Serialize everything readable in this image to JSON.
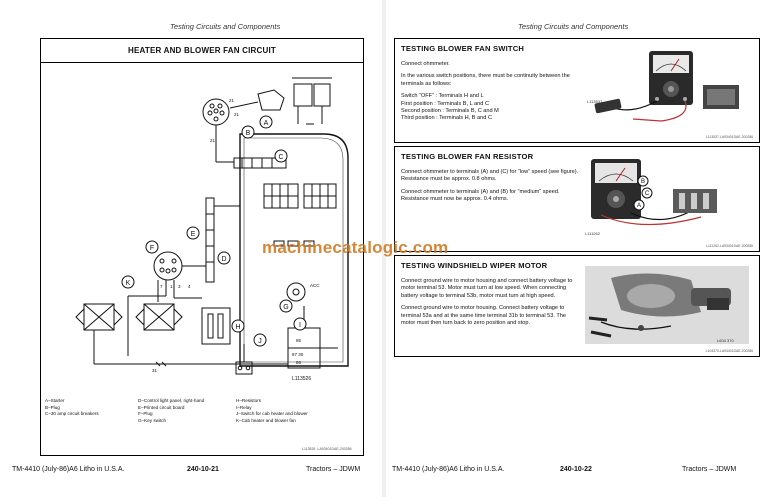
{
  "left_page": {
    "running_head": "Testing Circuits and Components",
    "title": "HEATER AND BLOWER FAN CIRCUIT",
    "diagram": {
      "wire_labels": [
        "21",
        "21",
        "21",
        "1",
        "7",
        "3",
        "4"
      ],
      "connectors": [
        "A",
        "B",
        "C",
        "D",
        "E",
        "F",
        "G",
        "H",
        "I",
        "J",
        "K"
      ],
      "acc_label": "ACC",
      "relay_terminals": [
        "85",
        "87 30",
        "86"
      ],
      "relay_ref": "L113526",
      "ground_symbol": "31"
    },
    "legend": {
      "col1": [
        "A–Starter",
        "B–Plug",
        "C–30 amp circuit breakers"
      ],
      "col2": [
        "D–Control light panel, right-hand",
        "E–Printed circuit board",
        "F–Plug",
        "G–Key switch"
      ],
      "col3": [
        "H–Resistors",
        "I–Relay",
        "J–Switch for cab heater and blower",
        "K–Cab heater and blower fan"
      ]
    },
    "figure_ref": "L113526 -LA93401DAE-200286",
    "footer": {
      "edition": "TM-4410 (July-86)A6 Litho in U.S.A.",
      "page_number": "240-10-21",
      "series": "Tractors – JDWM"
    }
  },
  "right_page": {
    "running_head": "Testing Circuits and Components",
    "sections": [
      {
        "title": "TESTING BLOWER FAN SWITCH",
        "paragraphs": [
          "Connect ohmmeter.",
          "In the various switch positions, there must be continuity between the terminals as follows:",
          "Switch “OFF” : Terminals H and L\nFirst position : Terminals B, L and C\nSecond position : Terminals B, C and M\nThird position : Terminals H, B and C"
        ],
        "photo_label": "L113537",
        "figure_ref": "L113537-LA93401DAE-200286"
      },
      {
        "title": "TESTING BLOWER FAN RESISTOR",
        "paragraphs": [
          "Connect ohmmeter to terminals (A) and (C) for “low” speed (see figure).\nResistance must be approx. 0.8 ohms.",
          "Connect ohmmeter to terminals (A) and (B) for “medium” speed. Resistance must now be approx. 0.4 ohms."
        ],
        "photo_label": "L111262",
        "callouts": [
          "B",
          "A",
          "C"
        ],
        "figure_ref": "L111262-LA93401DAE-200286"
      },
      {
        "title": "TESTING WINDSHIELD WIPER MOTOR",
        "paragraphs": [
          "Connect ground wire to motor housing and connect battery voltage to motor terminal 53. Motor must turn at low speed. When connecting battery voltage to terminal 53b, motor must turn at high speed.",
          "Connect ground wire to motor housing. Connect battery voltage to terminal 53a and at the same time terminal 31b to terminal 53. The motor must then turn back to zero position and stop."
        ],
        "photo_label": "L604 370",
        "figure_ref": "L104370-LA93401DAE-200286"
      }
    ],
    "footer": {
      "edition": "TM-4410 (July-86)A6 Litho in U.S.A.",
      "page_number": "240-10-22",
      "series": "Tractors – JDWM"
    }
  },
  "watermark": "machinecatalogic.com"
}
